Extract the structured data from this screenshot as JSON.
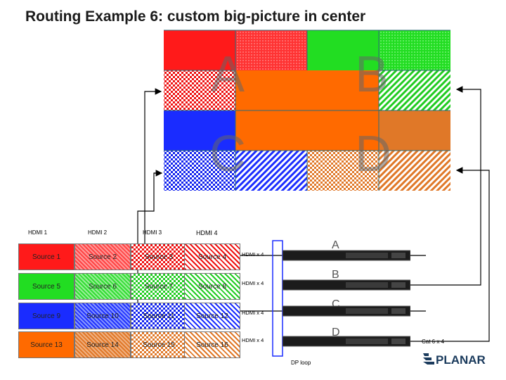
{
  "title": "Routing Example 6: custom big-picture in center",
  "wall": {
    "colors": {
      "red": "#ff1a1a",
      "orange": "#ff6a00",
      "green": "#22dd22",
      "blue": "#1a2cff",
      "burnt": "#e07828"
    },
    "letters": [
      "A",
      "B",
      "C",
      "D"
    ]
  },
  "inputs": {
    "labels": [
      "HDMI 1",
      "HDMI 2",
      "HDMI 3",
      "HDMI 4"
    ]
  },
  "sources": [
    [
      "Source 1",
      "Source 2",
      "Source 3",
      "Source 4"
    ],
    [
      "Source 5",
      "Source 6",
      "Source 7",
      "Source 8"
    ],
    [
      "Source 9",
      "Source 10",
      "Source 11",
      "Source 12"
    ],
    [
      "Source 13",
      "Source 14",
      "Source 15",
      "Source 16"
    ]
  ],
  "units": [
    {
      "label": "HDMI x 4",
      "letter": "A"
    },
    {
      "label": "HDMI x 4",
      "letter": "B"
    },
    {
      "label": "HDMI x 4",
      "letter": "C"
    },
    {
      "label": "HDMI x 4",
      "letter": "D"
    }
  ],
  "dp_loop": "DP loop",
  "cat": "Cat 6 x 4",
  "logo_text": "PLANAR"
}
